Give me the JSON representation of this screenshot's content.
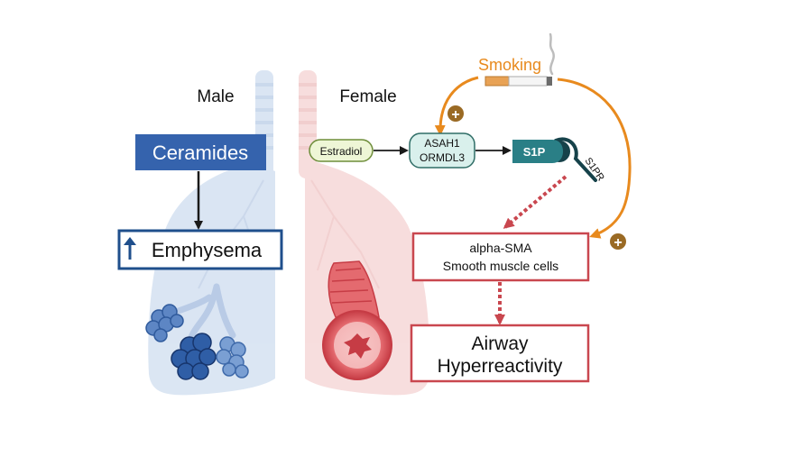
{
  "panels": {
    "male": {
      "heading": "Male"
    },
    "female": {
      "heading": "Female"
    }
  },
  "male_pathway": {
    "ceramides": "Ceramides",
    "emphysema": "Emphysema"
  },
  "female_pathway": {
    "estradiol": "Estradiol",
    "asah1": "ASAH1",
    "ormdl3": "ORMDL3",
    "s1p": "S1P",
    "s1pr": "S1PR",
    "smoking": "Smoking",
    "alpha_sma": "alpha-SMA",
    "smooth_muscle": "Smooth muscle cells",
    "airway": "Airway",
    "hyperreactivity": "Hyperreactivity",
    "plus_sign": "+"
  },
  "colors": {
    "ceramides_fill": "#3563ad",
    "emphysema_border": "#1f4f8c",
    "emphysema_arrow": "#1f4f8c",
    "smoking": "#e88a1e",
    "plus_badge": "#9a6a24",
    "estradiol_fill": "#eef6d6",
    "estradiol_border": "#6e8d3a",
    "asah1_fill": "#d9f0ec",
    "asah1_border": "#2f6d66",
    "s1p_fill": "#2a7f86",
    "s1pr_color": "#16424a",
    "red_box_border": "#c9474f",
    "dotted_arrow": "#c9474f",
    "male_lung": "#d7e3f2",
    "female_lung": "#f6d8d8",
    "airway_tissue": "#d94f58"
  },
  "icons": {
    "cigarette": "cigarette-icon",
    "up_arrow": "up-arrow-icon",
    "male_lung": "lung-male-icon",
    "female_lung": "lung-female-icon",
    "alveoli": "alveoli-icon",
    "airway_cross_section": "airway-cross-section-icon"
  }
}
